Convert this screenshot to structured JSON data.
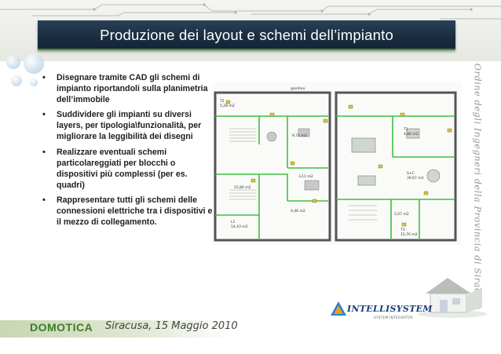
{
  "slide": {
    "title": "Produzione dei layout e schemi dell’impianto",
    "bullets": [
      "Disegnare tramite CAD gli schemi di impianto riportandoli sulla planimetria dell’immobile",
      "Suddividere gli impianti su diversi layers, per tipologia\\funzionalità, per migliorare la leggibilità dei disegni",
      "Realizzare eventuali schemi particolareggiati per  blocchi o dispositivi  più complessi (per es. quadri)",
      "Rappresentare tutti gli schemi delle connessioni elettriche  tra i dispositivi e il mezzo di collegamento."
    ],
    "bullet_symbol": "•",
    "side_text": "Ordine degli Ingegneri della Provincia di Siracusa",
    "footer": {
      "brand": "DOMOTICA",
      "date": "Siracusa, 15 Maggio 2010"
    },
    "logo": {
      "name": "INTELLISYSTEM",
      "subtitle": "SYSTEM INTEGRATOR"
    }
  },
  "floorplan": {
    "rooms": [
      {
        "name": "T2",
        "area": "5,28 m2"
      },
      {
        "name": "T1",
        "area": "4,80 m2"
      },
      {
        "name": "S+C",
        "area": "39,67 m2"
      },
      {
        "name": "L1",
        "area": "14,43 m2"
      },
      {
        "name": "T3",
        "area": "15,70 m2"
      }
    ],
    "labels": [
      "giardino",
      "9,72 m2",
      "3,11 m2",
      "4,46 m2",
      "2,07 m2",
      "15,80 m2"
    ]
  },
  "colors": {
    "title_band": "#1a2d3f",
    "accent_green": "#4b8c2b",
    "wall_green": "#3fbf3f",
    "footer_green": "#3b7d25",
    "logo_blue": "#1b3d7a"
  }
}
